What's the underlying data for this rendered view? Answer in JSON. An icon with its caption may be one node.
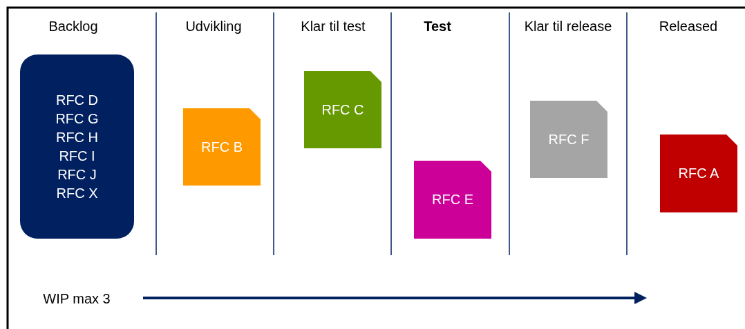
{
  "diagram": {
    "nodes": [
      {
        "text": [
          "RFC D RFC G RFC H RFC I RFC J RFC X"
        ]
      },
      {
        "text": [
          "RFC B"
        ]
      },
      {
        "text": [
          "RFC C"
        ]
      },
      {
        "text": [
          "RFC E"
        ]
      },
      {
        "text": [
          "RFC F"
        ]
      },
      {
        "text": [
          "RFC A"
        ]
      }
    ],
    "labels": [
      "Backlog",
      "Udvikling",
      "Klar til test",
      "Test",
      "Klar til release",
      "Released",
      "WIP max 3"
    ]
  }
}
